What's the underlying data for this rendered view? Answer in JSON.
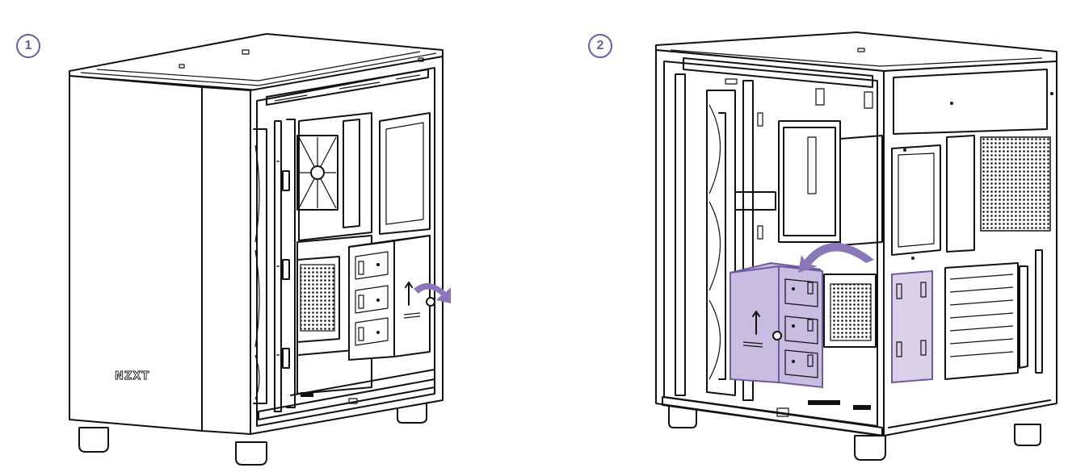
{
  "steps": [
    {
      "number": "1"
    },
    {
      "number": "2"
    }
  ],
  "brand": {
    "logo_text": "NZXT"
  },
  "colors": {
    "accent": "#6f5aa0",
    "highlight_fill": "#c8bce0",
    "arrow": "#8a76b8",
    "line": "#111111"
  },
  "icons": {
    "step1_arrow": "curved-arrow-icon",
    "step2_arrow": "curved-arrow-icon",
    "bracket_arrow": "up-arrow-icon"
  }
}
